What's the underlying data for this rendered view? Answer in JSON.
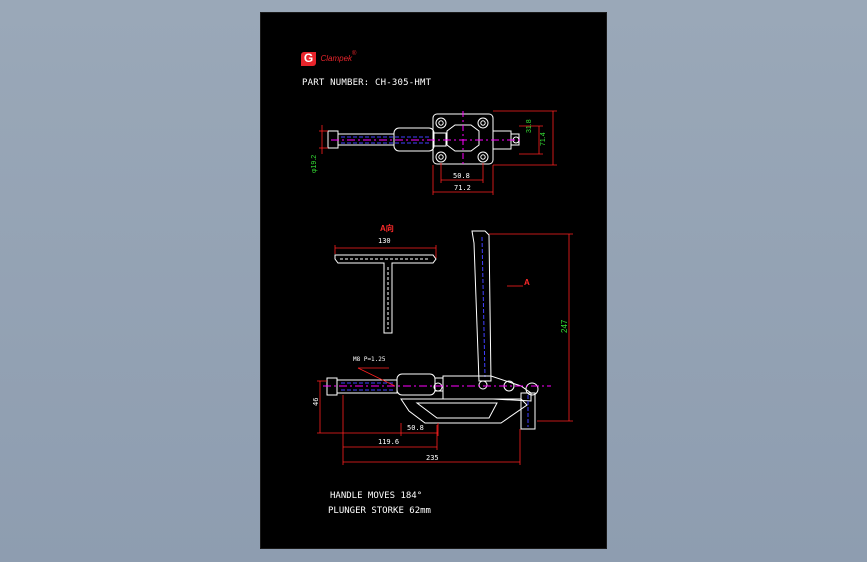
{
  "brand": {
    "name": "Clampek",
    "mark": "G",
    "suffix": "®"
  },
  "part_number": "PART NUMBER: CH-305-HMT",
  "notes": {
    "line1": "HANDLE MOVES 184°",
    "line2": "PLUNGER STORKE 62mm"
  },
  "top_view": {
    "dim_height": "31.8",
    "dim_total_height": "71.4",
    "dim_diameter": "φ19.2",
    "dim_hole_spacing": "50.8",
    "dim_base_width": "71.2"
  },
  "handle_view": {
    "section_label": "A向",
    "dim_handle_width": "130"
  },
  "side_view": {
    "arrow_label": "A",
    "dim_height": "247",
    "thread": "M8 P=1.25",
    "dim_base_height": "46",
    "dim_hole_spacing": "50.8",
    "dim_body": "119.6",
    "dim_total_length": "235"
  },
  "colors": {
    "background": "#000000",
    "outline": "#ffffff",
    "dimension": "#ff0000",
    "dimension_text": "#33dd33",
    "centerline": "#ff00ff",
    "hidden": "#4040ff",
    "brand": "#e8242b"
  }
}
